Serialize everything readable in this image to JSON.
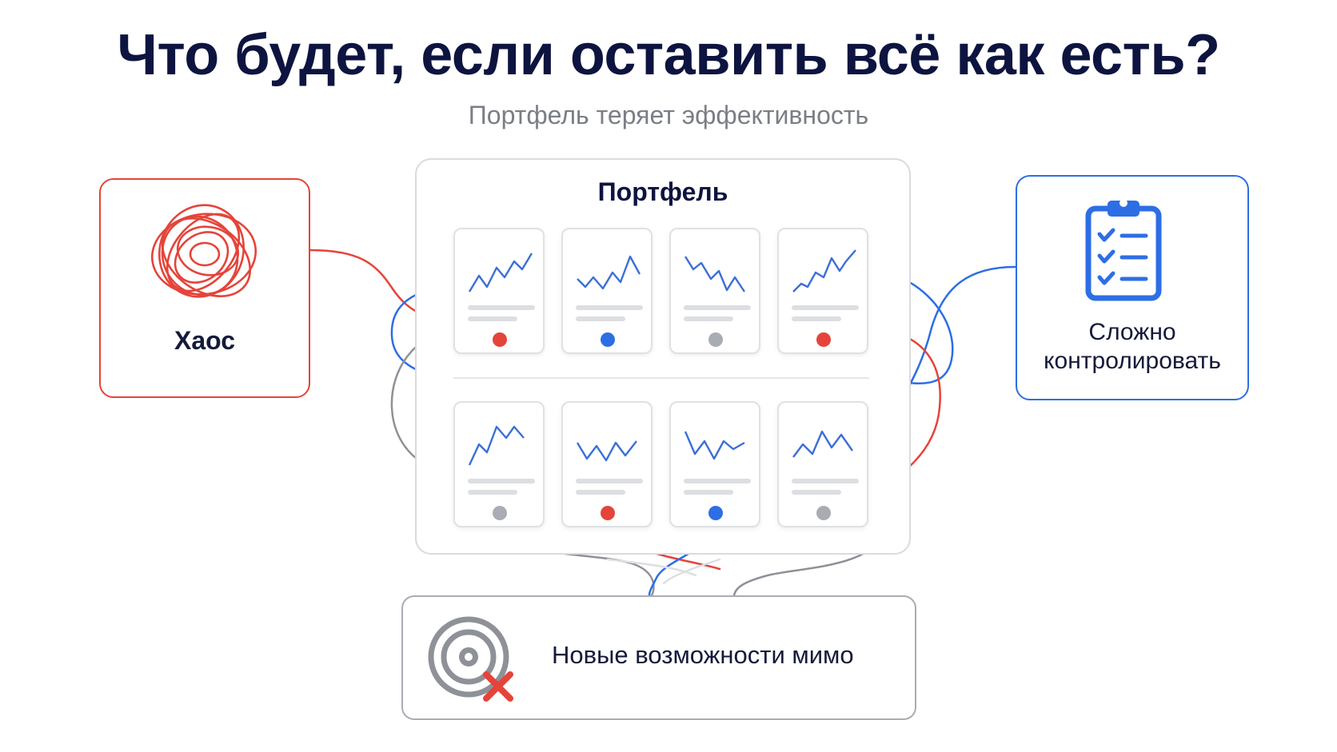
{
  "title": "Что будет, если оставить всё как есть?",
  "subtitle": "Портфель теряет эффективность",
  "chaos": {
    "label": "Хаос",
    "icon": "scribble-icon",
    "color": "#e5443a"
  },
  "control": {
    "label_line1": "Сложно",
    "label_line2": "контролировать",
    "icon": "checklist-clipboard-icon",
    "color": "#2d6ee5"
  },
  "portfolio": {
    "label": "Портфель",
    "cards": [
      {
        "status": "red"
      },
      {
        "status": "blue"
      },
      {
        "status": "gray"
      },
      {
        "status": "red"
      },
      {
        "status": "gray"
      },
      {
        "status": "red"
      },
      {
        "status": "blue"
      },
      {
        "status": "gray"
      }
    ]
  },
  "opportunities": {
    "label": "Новые возможности мимо",
    "icon": "missed-target-icon"
  },
  "colors": {
    "red": "#e5443a",
    "blue": "#2d6ee5",
    "gray": "#a9acb2",
    "navy": "#0d1440",
    "line": "#3b6fd8"
  }
}
